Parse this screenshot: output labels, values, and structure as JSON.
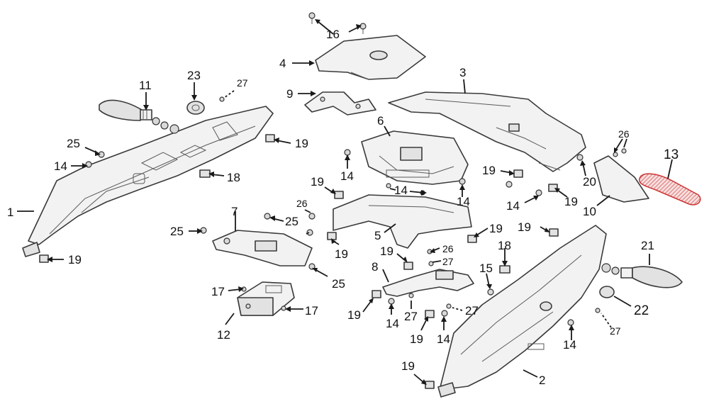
{
  "colors": {
    "line": "#3a3a3a",
    "fill": "#f2f2f2",
    "highlight": "#cc3333"
  },
  "labels": {
    "l1": "1",
    "l2": "2",
    "l3": "3",
    "l4": "4",
    "l5": "5",
    "l6": "6",
    "l7": "7",
    "l8": "8",
    "l9": "9",
    "l10": "10",
    "l11": "11",
    "l12": "12",
    "l13": "13",
    "l14": "14",
    "l15": "15",
    "l16": "16",
    "l17": "17",
    "l18": "18",
    "l19": "19",
    "l20": "20",
    "l21": "21",
    "l22": "22",
    "l23": "23",
    "l25": "25",
    "l26": "26",
    "l27": "27"
  }
}
